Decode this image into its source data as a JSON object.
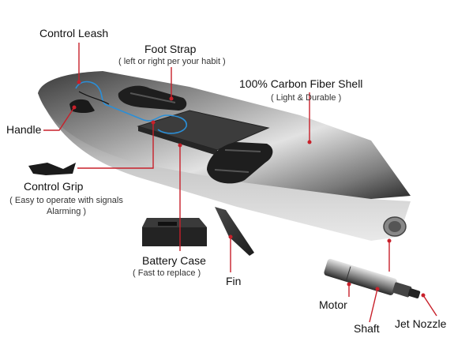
{
  "labels": {
    "control_leash": "Control Leash",
    "foot_strap": "Foot Strap",
    "foot_strap_note": "( left or right per your habit )",
    "shell": "100% Carbon Fiber Shell",
    "shell_note": "( Light & Durable )",
    "handle": "Handle",
    "control_grip": "Control Grip",
    "control_grip_note_1": "( Easy to operate with signals",
    "control_grip_note_2": "Alarming )",
    "battery_case": "Battery Case",
    "battery_case_note": "( Fast to replace )",
    "fin": "Fin",
    "motor": "Motor",
    "shaft": "Shaft",
    "jet_nozzle": "Jet Nozzle"
  },
  "colors": {
    "leader_line": "#c8202a",
    "board_dark": "#2b2b2b",
    "board_mid": "#6b6b6b",
    "board_light": "#d8d8d8",
    "leash": "#2a8fd8"
  }
}
